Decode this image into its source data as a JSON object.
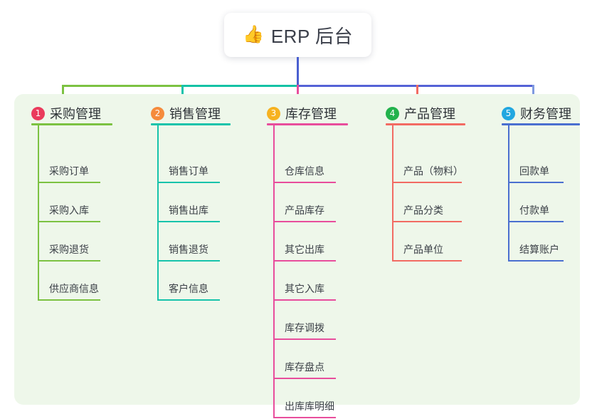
{
  "title": {
    "emoji": "👍",
    "emoji_name": "thumbs-up-icon",
    "text": "ERP 后台"
  },
  "panel": {
    "background": "#eef7ea"
  },
  "connector": {
    "trunk_color": "#4a5fd0",
    "segments": [
      {
        "name": "green-segment",
        "color": "#7cc242"
      },
      {
        "name": "teal-segment",
        "color": "#15c2a5"
      },
      {
        "name": "blue-segment",
        "color": "#5562d6"
      }
    ]
  },
  "columns": [
    {
      "number": "1",
      "title": "采购管理",
      "color": "#7cc242",
      "badge_color": "#ea3b5c",
      "drop_color": "#7cc242",
      "items": [
        {
          "label": "采购订单"
        },
        {
          "label": "采购入库"
        },
        {
          "label": "采购退货"
        },
        {
          "label": "供应商信息"
        }
      ]
    },
    {
      "number": "2",
      "title": "销售管理",
      "color": "#17c3ab",
      "badge_color": "#f58b3c",
      "drop_color": "#17c3ab",
      "items": [
        {
          "label": "销售订单"
        },
        {
          "label": "销售出库"
        },
        {
          "label": "销售退货"
        },
        {
          "label": "客户信息"
        }
      ]
    },
    {
      "number": "3",
      "title": "库存管理",
      "color": "#e84d9c",
      "badge_color": "#f6b221",
      "drop_color": "#e84d9c",
      "items": [
        {
          "label": "仓库信息"
        },
        {
          "label": "产品库存"
        },
        {
          "label": "其它出库"
        },
        {
          "label": "其它入库"
        },
        {
          "label": "库存调拨"
        },
        {
          "label": "库存盘点"
        },
        {
          "label": "出库库明细"
        }
      ]
    },
    {
      "number": "4",
      "title": "产品管理",
      "color": "#f26b63",
      "badge_color": "#22b24c",
      "drop_color": "#f26b63",
      "items": [
        {
          "label": "产品（物料）"
        },
        {
          "label": "产品分类"
        },
        {
          "label": "产品单位"
        }
      ]
    },
    {
      "number": "5",
      "title": "财务管理",
      "color": "#4a6fd0",
      "badge_color": "#22a7e0",
      "drop_color": "#7f9ae0",
      "items": [
        {
          "label": "回款单"
        },
        {
          "label": "付款单"
        },
        {
          "label": "结算账户"
        }
      ]
    }
  ]
}
